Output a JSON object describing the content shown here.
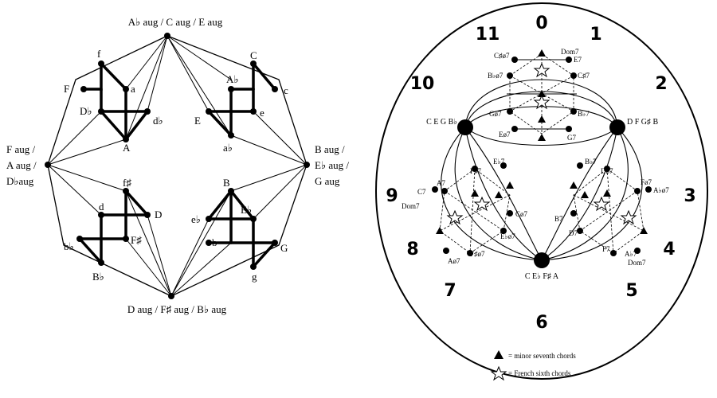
{
  "left": {
    "top_aug": "A♭ aug / C aug / E aug",
    "bottom_aug": "D aug / F♯ aug / B♭ aug",
    "left_aug_1": "F aug /",
    "left_aug_2": "A aug /",
    "left_aug_3": "D♭aug",
    "right_aug_1": "B aug /",
    "right_aug_2": "E♭ aug /",
    "right_aug_3": "G aug",
    "tl": [
      "f",
      "F",
      "a",
      "D♭",
      "d♭",
      "A"
    ],
    "tr": [
      "C",
      "A♭",
      "c",
      "E",
      "e",
      "a♭"
    ],
    "bl": [
      "f♯",
      "d",
      "D",
      "F♯",
      "b♭",
      "B♭"
    ],
    "br": [
      "B",
      "e♭",
      "E♭",
      "b",
      "G",
      "g"
    ]
  },
  "right": {
    "numbers": [
      "0",
      "1",
      "2",
      "3",
      "4",
      "5",
      "6",
      "7",
      "8",
      "9",
      "10",
      "11"
    ],
    "left_hub": "C E G B♭",
    "right_hub": "D F G♯ B",
    "bottom_hub": "C E♭ F♯ A",
    "dom7": "Dom7",
    "top_chords": [
      "C♯ø7",
      "E7",
      "B♭ø7",
      "C♯7",
      "Gø7",
      "B♭7",
      "Eø7",
      "G7"
    ],
    "left_chords": [
      "F♯7",
      "E♭7",
      "A7",
      "C7",
      "Cø7",
      "E♭ø7",
      "F♯ø7",
      "Aø7"
    ],
    "right_chords": [
      "B♭7",
      "Dø7",
      "Fø7",
      "A♭ø7",
      "B7",
      "D7",
      "F7",
      "A♭7"
    ],
    "legend_triangle": "= minor seventh chords",
    "legend_star": "= French sixth chords"
  }
}
